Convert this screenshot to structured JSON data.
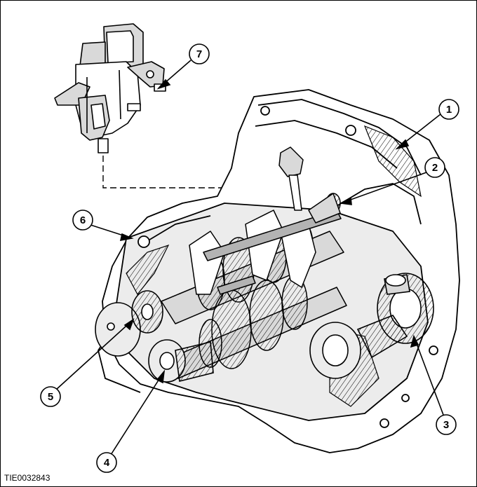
{
  "callouts": [
    {
      "id": "1",
      "label": "1"
    },
    {
      "id": "2",
      "label": "2"
    },
    {
      "id": "3",
      "label": "3"
    },
    {
      "id": "4",
      "label": "4"
    },
    {
      "id": "5",
      "label": "5"
    },
    {
      "id": "6",
      "label": "6"
    },
    {
      "id": "7",
      "label": "7"
    }
  ],
  "figure_code": "TIE0032843",
  "colors": {
    "line": "#000000",
    "fill": "#ffffff",
    "shade": "#d9d9d9",
    "dark_shade": "#b3b3b3"
  }
}
